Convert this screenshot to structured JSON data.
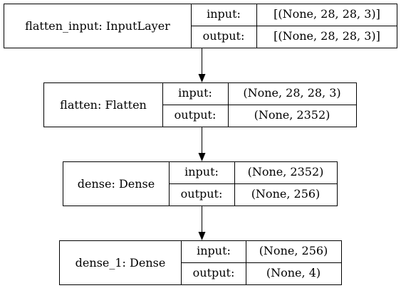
{
  "layers": [
    {
      "name": "flatten_input: InputLayer",
      "input_label": "input:",
      "input_value": "[(None, 28, 28, 3)]",
      "output_label": "output:",
      "output_value": "[(None, 28, 28, 3)]"
    },
    {
      "name": "flatten: Flatten",
      "input_label": "input:",
      "input_value": "(None, 28, 28, 3)",
      "output_label": "output:",
      "output_value": "(None, 2352)"
    },
    {
      "name": "dense: Dense",
      "input_label": "input:",
      "input_value": "(None, 2352)",
      "output_label": "output:",
      "output_value": "(None, 256)"
    },
    {
      "name": "dense_1: Dense",
      "input_label": "input:",
      "input_value": "(None, 256)",
      "output_label": "output:",
      "output_value": "(None, 4)"
    }
  ],
  "colors": {
    "stroke": "#000000",
    "background": "#ffffff"
  }
}
